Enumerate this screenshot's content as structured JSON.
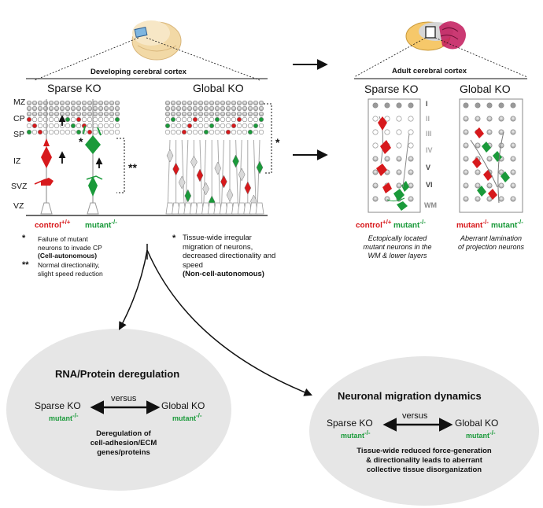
{
  "colors": {
    "control": "#d7191c",
    "mutant": "#1a9a3a",
    "ellipse": "#e6e6e6"
  },
  "left_panel": {
    "caption": "Developing cerebral cortex",
    "sparse_title": "Sparse KO",
    "global_title": "Global KO",
    "zones": [
      "MZ",
      "CP",
      "SP",
      "IZ",
      "SVZ",
      "VZ"
    ],
    "control_label": "control",
    "control_sup": "+/+",
    "mutant_label": "mutant",
    "mutant_sup": "-/-",
    "star_single": "*",
    "star_double": "**",
    "sparse_notes": [
      {
        "mark": "*",
        "lines": [
          "Failure of mutant",
          "neurons to invade CP"
        ],
        "bold": "(Cell-autonomous)"
      },
      {
        "mark": "**",
        "lines": [
          "Normal directionality,",
          "slight speed reduction"
        ],
        "bold": ""
      }
    ],
    "global_note": {
      "mark": "*",
      "lines": [
        "Tissue-wide irregular",
        "migration of neurons,",
        "decreased directionality and",
        "speed"
      ],
      "bold": "(Non-cell-autonomous)"
    }
  },
  "right_panel": {
    "caption": "Adult cerebral cortex",
    "sparse_title": "Sparse KO",
    "global_title": "Global KO",
    "layers": [
      "I",
      "II",
      "III",
      "IV",
      "V",
      "VI",
      "WM"
    ],
    "control_label": "control",
    "control_sup": "+/+",
    "mutant_label": "mutant",
    "mutant_sup": "-/-",
    "sparse_desc": [
      "Ectopically located",
      "mutant neurons in the",
      "WM & lower layers"
    ],
    "global_desc": [
      "Aberrant lamination",
      "of projection neurons"
    ]
  },
  "bottom_left": {
    "title": "RNA/Protein deregulation",
    "left_label": "Sparse KO",
    "left_sub": "mutant",
    "left_sup": "-/-",
    "versus": "versus",
    "right_label": "Global KO",
    "right_sub": "mutant",
    "right_sup": "-/-",
    "desc": [
      "Deregulation of",
      "cell-adhesion/ECM",
      "genes/proteins"
    ]
  },
  "bottom_right": {
    "title": "Neuronal migration dynamics",
    "left_label": "Sparse KO",
    "left_sub": "mutant",
    "left_sup": "-/-",
    "versus": "versus",
    "right_label": "Global KO",
    "right_sub": "mutant",
    "right_sup": "-/-",
    "desc": [
      "Tissue-wide reduced force-generation",
      "& directionality leads to aberrant",
      "collective tissue disorganization"
    ]
  }
}
